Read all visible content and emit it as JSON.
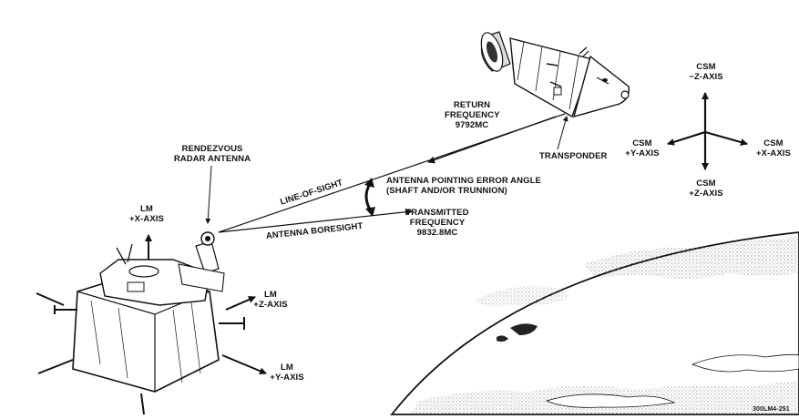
{
  "labels": {
    "return_frequency": [
      "RETURN",
      "FREQUENCY",
      "9792MC"
    ],
    "transponder": "TRANSPONDER",
    "rendezvous_antenna": [
      "RENDEZVOUS",
      "RADAR ANTENNA"
    ],
    "line_of_sight": "LINE-OF-SIGHT",
    "pointing_error": [
      "ANTENNA POINTING ERROR ANGLE",
      "(SHAFT AND/OR TRUNNION)"
    ],
    "antenna_boresight": "ANTENNA BORESIGHT",
    "transmitted_frequency": [
      "TRANSMITTED",
      "FREQUENCY",
      "9832.8MC"
    ],
    "lm_x_axis": [
      "LM",
      "+X-AXIS"
    ],
    "lm_z_axis": [
      "LM",
      "+Z-AXIS"
    ],
    "lm_y_axis": [
      "LM",
      "+Y-AXIS"
    ],
    "csm_neg_z_axis": [
      "CSM",
      "−Z-AXIS"
    ],
    "csm_y_axis": [
      "CSM",
      "+Y-AXIS"
    ],
    "csm_x_axis": [
      "CSM",
      "+X-AXIS"
    ],
    "csm_z_axis": [
      "CSM",
      "+Z-AXIS"
    ],
    "figure_id": "300LM4-251"
  },
  "colors": {
    "ink": "#111111",
    "paper": "#ffffff",
    "stipple": "#555555"
  }
}
